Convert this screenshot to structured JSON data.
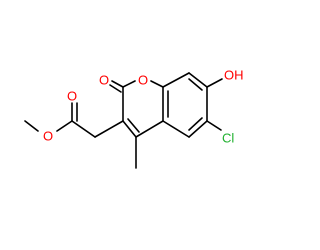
{
  "molecule": {
    "atom_labels": {
      "ring_oxygen": "O",
      "carbonyl_oxygen": "O",
      "ester_carbonyl_oxygen": "O",
      "ester_oxygen": "O",
      "hydroxyl": "OH",
      "chlorine": "Cl"
    },
    "colors": {
      "bond": "#000000",
      "oxygen": "#FF0000",
      "chlorine": "#1FB02E"
    }
  }
}
